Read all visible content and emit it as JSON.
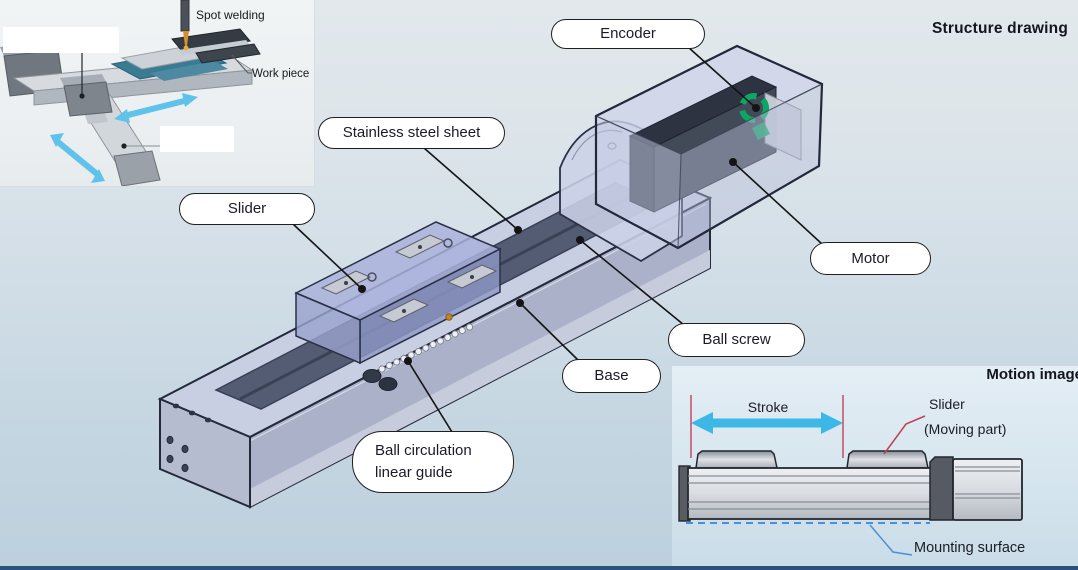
{
  "titles": {
    "structure": "Structure drawing",
    "motion": "Motion image"
  },
  "application_inset": {
    "spot_welding_label": "Spot welding",
    "work_piece_label": "Work piece"
  },
  "part_labels": {
    "encoder": "Encoder",
    "stainless_steel_sheet": "Stainless steel sheet",
    "slider": "Slider",
    "motor": "Motor",
    "ball_screw": "Ball screw",
    "base": "Base",
    "ball_circulation_line1": "Ball circulation",
    "ball_circulation_line2": "linear guide"
  },
  "motion_image": {
    "stroke_label": "Stroke",
    "slider_label_line1": "Slider",
    "slider_label_line2": "(Moving part)",
    "mounting_surface_label": "Mounting surface"
  },
  "colors": {
    "motion_arrow_blue": "#3cb7e6",
    "inset_arrow_blue": "#5fc2ea",
    "stroke_limit_red": "#c2405c",
    "mounting_dash_blue": "#4a90d9",
    "encoder_green": "#0aa864",
    "bottom_bar_navy": "#2b5278"
  }
}
